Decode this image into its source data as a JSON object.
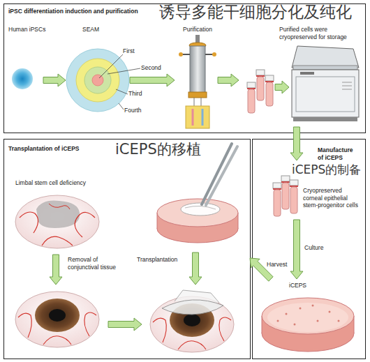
{
  "diagram": {
    "nodes": [
      {
        "text": [
          "iPSC differentiation induction and purification",
          "诱导多能干细胞分化及纯化"
        ]
      },
      {
        "text": [
          "Human iPSCs"
        ],
        "in": 0
      },
      {
        "text": [
          "SEAM"
        ],
        "in": 0
      },
      {
        "text": [
          "Purification"
        ],
        "in": 0
      },
      {
        "text": [
          "Purified cells were cryopreserved for storage"
        ],
        "in": 0
      },
      {
        "text": [
          "Transplantation of iCEPS",
          "iCEPS的移植"
        ]
      },
      {
        "text": [
          "Limbal stem cell deficiency"
        ],
        "in": 5
      },
      {
        "text": [
          "Manufacture of iCEPS",
          "iCEPS的制备"
        ]
      },
      {
        "text": [
          "Cryopreserved corneal epithelial stem-progenitor cells"
        ],
        "in": 7
      },
      {
        "text": [
          "iCEPS"
        ],
        "in": 7
      }
    ],
    "edges": [
      {
        "from": 1,
        "to": 2,
        "arrow": "to"
      },
      {
        "from": 2,
        "to": 3,
        "arrow": "to"
      },
      {
        "from": 3,
        "to": 4,
        "arrow": "to"
      },
      {
        "from": 4,
        "to": 8,
        "arrow": "to"
      },
      {
        "from": 8,
        "to": 9,
        "label": "Culture",
        "arrow": "to"
      },
      {
        "from": 9,
        "to": 5,
        "label": "Harvest",
        "arrow": "to"
      }
    ],
    "labels": [
      "First",
      "Second",
      "Third",
      "Fourth",
      "Removal of conjunctival tissue",
      "Transplantation"
    ]
  }
}
